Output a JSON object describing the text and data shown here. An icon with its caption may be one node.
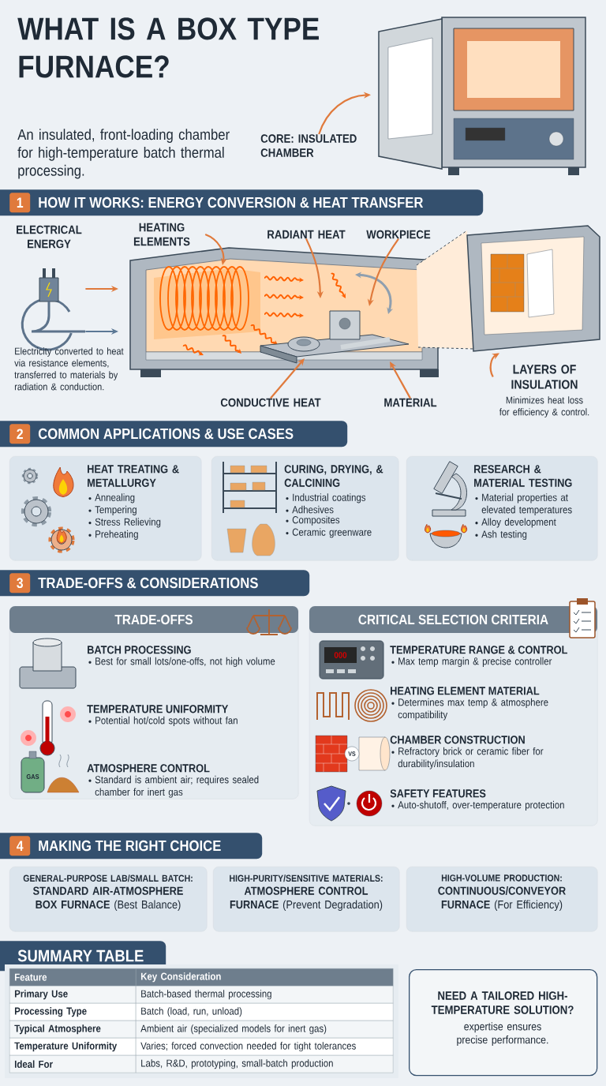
{
  "diagram": {
    "title": "WHAT IS A BOX TYPE FURNACE?",
    "nodes": [
      {
        "text": [
          "CORE: INSULATED CHAMBER"
        ]
      },
      {
        "text": [],
        "shape": "picture"
      },
      {
        "text": [
          "1",
          "HOW IT WORKS: ENERGY CONVERSION & HEAT TRANSFER"
        ]
      },
      {
        "text": [],
        "shape": "picture"
      },
      {
        "text": [],
        "shape": "picture"
      },
      {
        "text": [
          "HEATING ELEMENTS"
        ]
      },
      {
        "text": [
          "RADIANT HEAT"
        ]
      },
      {
        "text": [
          "WORKPIECE"
        ]
      },
      {
        "text": [
          "CONDUCTIVE HEAT"
        ]
      },
      {
        "text": [
          "MATERIAL"
        ]
      },
      {
        "text": [],
        "shape": "picture"
      },
      {
        "text": [
          "LAYERS OF INSULATION",
          "Minimizes heat loss for efficiency & control."
        ]
      },
      {
        "text": [
          "2",
          "COMMON APPLICATIONS & USE CASES"
        ]
      },
      {
        "text": [
          "HEAT TREATING & METALLURGY",
          "Annealing",
          "Tempering",
          "Stress Relieving",
          "Preheating"
        ]
      },
      {
        "text": [
          "CURING, DRYING, & CALCINING",
          "Industrial coatings",
          "Adhesives",
          "Composites",
          "Ceramic greenware"
        ]
      },
      {
        "text": [
          "RESEARCH & MATERIAL TESTING",
          "Material properties at elevated temperatures",
          "Alloy development",
          "Ash testing"
        ]
      },
      {
        "text": [
          "3",
          "TRADE-OFFS & CONSIDERATIONS"
        ]
      },
      {
        "text": [
          "TRADE-OFFS",
          "BATCH PROCESSING",
          "Best for small lots/one-offs, not high volume",
          "TEMPERATURE UNIFORMITY",
          "Potential hot/cold spots without fan",
          "ATMOSPHERE CONTROL",
          "Standard is ambient air; requires sealed chamber for inert gas"
        ]
      },
      {
        "text": [
          "CRITICAL SELECTION CRITERIA",
          "TEMPERATURE RANGE & CONTROL",
          "Max temp margin & precise controller",
          "HEATING ELEMENT MATERIAL",
          "Determines max temp & atmosphere compatibility",
          "CHAMBER CONSTRUCTION",
          "Refractory brick or ceramic fiber for durability/insulation",
          "SAFETY FEATURES",
          "Auto-shutoff, over-temperature protection"
        ]
      },
      {
        "text": [
          "4",
          "MAKING THE RIGHT CHOICE"
        ]
      },
      {
        "text": [
          "GENERAL-PURPOSE LAB/SMALL BATCH:",
          "**STANDARD AIR-ATMOSPHERE BOX FURNACE** (Best Balance)"
        ]
      },
      {
        "text": [
          "HIGH-PURITY/SENSITIVE MATERIALS:",
          "**ATMOSPHERE CONTROL FURNACE** (Prevent Degradation)"
        ]
      },
      {
        "text": [
          "HIGH-VOLUME PRODUCTION:",
          "**CONTINUOUS/CONVEYOR FURNACE** (For Efficiency)"
        ]
      },
      {
        "text": [
          "SUMMARY TABLE"
        ]
      },
      {
        "text": [
          "NEED A TAILORED HIGH-TEMPERATURE SOLUTION?",
          "expertise ensures precise performance."
        ]
      }
    ],
    "edges": [
      {
        "from": 0,
        "to": 1,
        "arrow": "to"
      },
      {
        "from": 3,
        "to": 4,
        "arrow": "to"
      },
      {
        "from": 3,
        "to": 4,
        "arrow": "to",
        "color": "#5b7895"
      },
      {
        "from": 5,
        "to": 4,
        "arrow": "to"
      },
      {
        "from": 6,
        "to": 4,
        "arrow": "to"
      },
      {
        "from": 7,
        "to": 4,
        "arrow": "to"
      },
      {
        "from": 8,
        "to": 4,
        "arrow": "to"
      },
      {
        "from": 9,
        "to": 4,
        "arrow": "to"
      },
      {
        "from": 11,
        "to": 10,
        "arrow": "to"
      },
      {
        "from": 4,
        "to": 10,
        "arrow": "none",
        "style": "dashed",
        "color": "#3b4a58"
      },
      {
        "from": 4,
        "to": 10,
        "arrow": "none",
        "style": "dashed",
        "color": "#3b4a58"
      }
    ],
    "labels": [
      "An insulated, front-loading chamber for high-temperature batch thermal processing.",
      "ELECTRICAL ENERGY",
      "Electricity converted to heat via resistance elements, transferred to materials by radiation & conduction.",
      "000",
      "VS",
      "GAS",
      "Feature",
      "Key Consideration",
      "Primary Use",
      "Batch-based thermal processing",
      "Processing Type",
      "Batch (load, run, unload)",
      "Typical Atmosphere",
      "Ambient air (specialized models for inert gas)",
      "Temperature Uniformity",
      "Varies; forced convection needed for tight tolerances",
      "Ideal For",
      "Labs, R&D, prototyping, small-batch production"
    ]
  }
}
